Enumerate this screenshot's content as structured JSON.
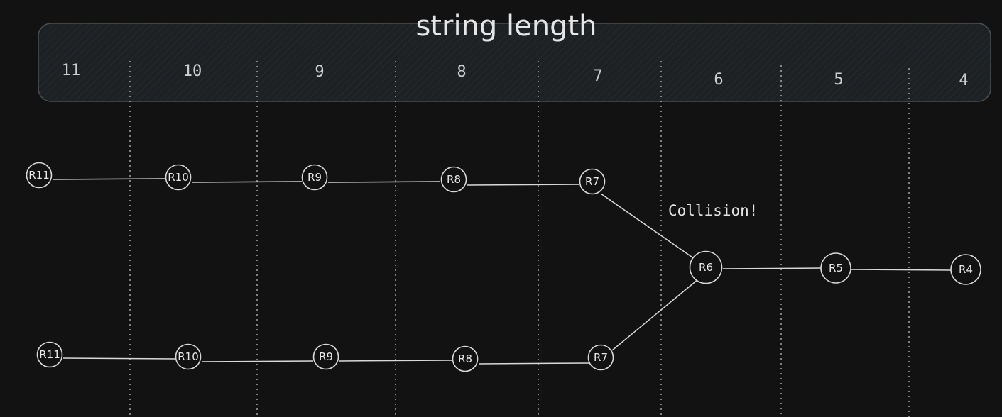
{
  "diagram": {
    "title": "string length",
    "length_columns": [
      "11",
      "10",
      "9",
      "8",
      "7",
      "6",
      "5",
      "4"
    ],
    "annotation": "Collision!",
    "chains": [
      {
        "nodes": [
          "R11",
          "R10",
          "R9",
          "R8",
          "R7"
        ]
      },
      {
        "nodes": [
          "R11",
          "R10",
          "R9",
          "R8",
          "R7"
        ]
      }
    ],
    "merged_chain": {
      "nodes": [
        "R6",
        "R5",
        "R4"
      ]
    },
    "colors": {
      "background": "#121212",
      "band_fill": "#1f2326",
      "stroke": "#d9d9d9",
      "divider": "#bdbdbd"
    }
  }
}
